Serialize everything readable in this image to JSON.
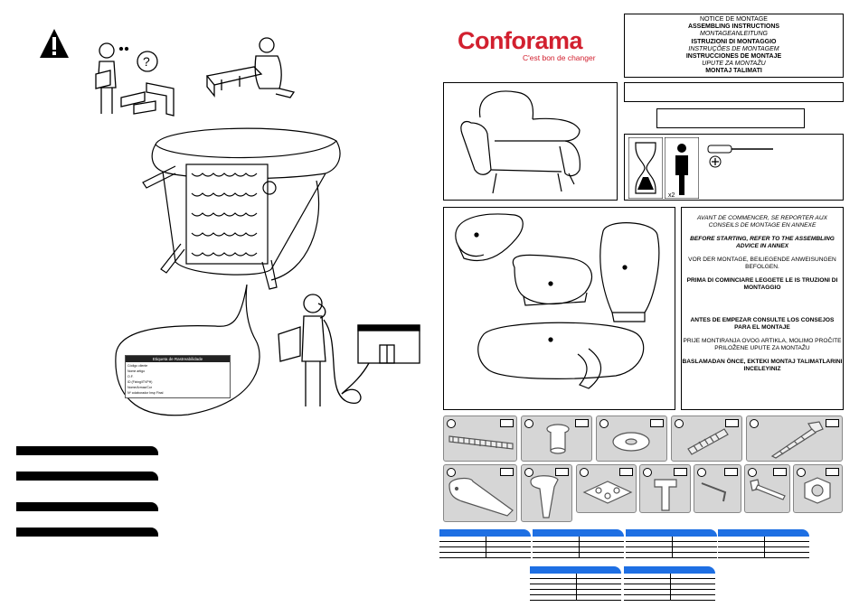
{
  "brand": {
    "name": "Conforama",
    "tagline": "C'est bon de changer",
    "color": "#d2202f"
  },
  "notice_titles": [
    {
      "text": "NOTICE DE MONTAGE",
      "style": "normal"
    },
    {
      "text": "ASSEMBLING INSTRUCTIONS",
      "style": "bold"
    },
    {
      "text": "MONTAGEANLEITUNG",
      "style": "italic"
    },
    {
      "text": "ISTRUZIONI DI MONTAGGIO",
      "style": "bold"
    },
    {
      "text": "INSTRUÇÕES DE MONTAGEM",
      "style": "italic"
    },
    {
      "text": "INSTRUCCIONES DE MONTAJE",
      "style": "bold"
    },
    {
      "text": "UPUTE ZA MONTAŽU",
      "style": "italic"
    },
    {
      "text": "MONTAJ TALIMATI",
      "style": "bold"
    }
  ],
  "warning_messages": [
    {
      "text": "AVANT DE COMMENCER, SE REPORTER AUX CONSEILS DE MONTAGE EN ANNEXE",
      "style": "italic"
    },
    {
      "text": "BEFORE STARTING, REFER TO THE ASSEMBLING ADVICE IN ANNEX",
      "style": "bold-italic"
    },
    {
      "text": "VOR DER MONTAGE, BEILIEGENDE ANWEISUNGEN BEFOLGEN.",
      "style": "normal"
    },
    {
      "text": "PRIMA DI COMINCIARE LEGGETE LE IS TRUZIONI DI MONTAGGIO",
      "style": "bold"
    },
    {
      "text": "ANTES DE EMPEZAR CONSULTE LOS CONSEJOS PARA EL MONTAJE",
      "style": "bold"
    },
    {
      "text": "PRIJE MONTIRANJA OVOG ARTIKLA, MOLIMO PROČITE PRILOŽENE UPUTE ZA MONTAŽU",
      "style": "normal"
    },
    {
      "text": "BASLAMADAN ÖNCE, EKTEKI MONTAJ TALIMATLARINI INCELEYINIZ",
      "style": "bold"
    }
  ],
  "traceability": {
    "title": "Etiqueta de Rastreabilidade",
    "rows": [
      "Código cliente",
      "Nome artigo",
      "O.F.",
      "ID (Fixing/ITVPH)",
      "Nome/Armaz/Cor",
      "Nº colaborador Insp Final"
    ]
  },
  "icons": [
    "warning-icon",
    "hourglass-icon",
    "two-persons-icon",
    "screwdriver-icon"
  ],
  "parts_count": 12,
  "tables_count": 6
}
